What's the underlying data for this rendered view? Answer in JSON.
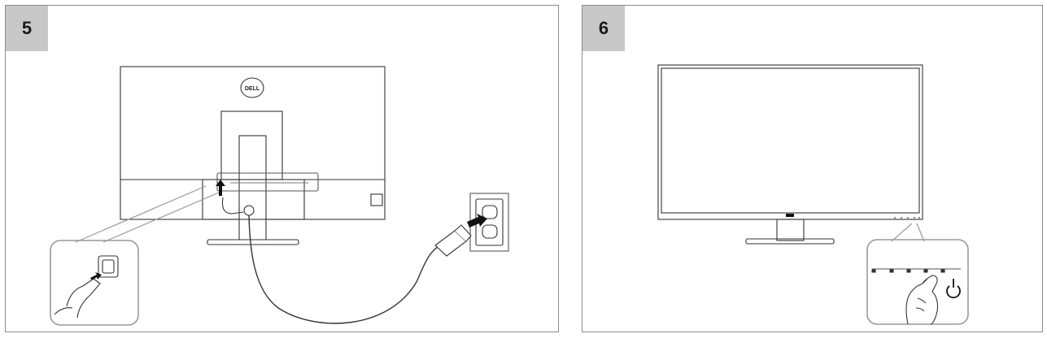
{
  "steps": [
    {
      "number": "5"
    },
    {
      "number": "6"
    }
  ],
  "logo": {
    "text": "DELL"
  },
  "icons": {
    "arrow_up": "up-arrow-icon",
    "arrow_right": "right-arrow-icon",
    "power": "power-icon"
  }
}
